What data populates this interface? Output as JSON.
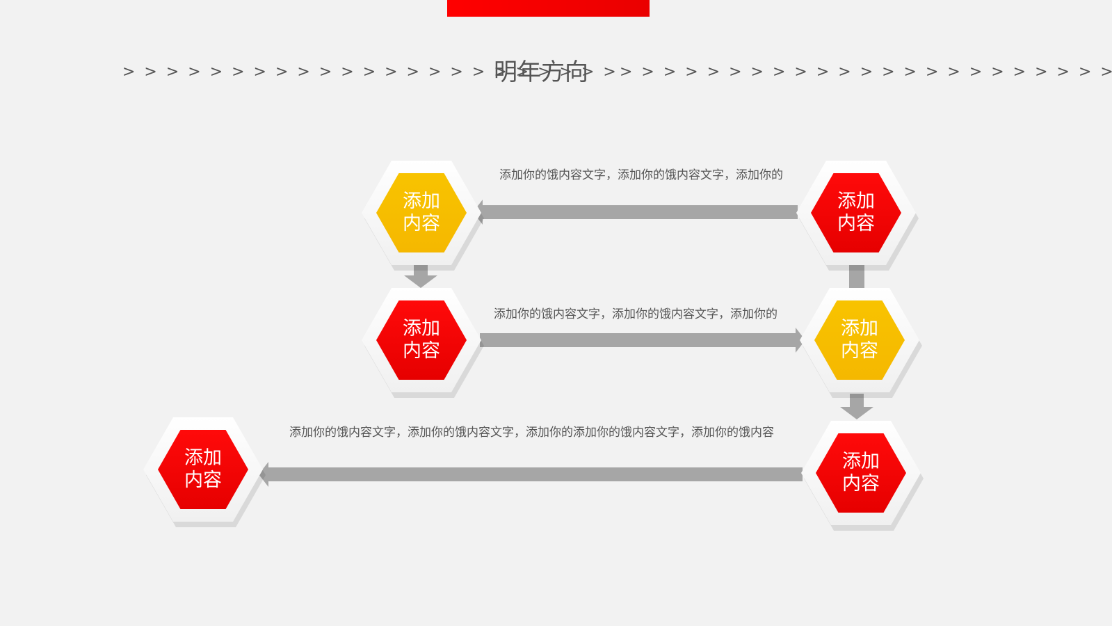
{
  "title": "明年方向",
  "chevrons_left": "> > > > > > > > > > > > > > > > > > > > > > >",
  "chevrons_right": "> > > > > > > > > > > > > > > > > > > > > > > >",
  "colors": {
    "red": "#e60000",
    "yellow": "#f5b800",
    "accent_bar": "#ff0000",
    "connector": "#a6a6a6"
  },
  "nodes": [
    {
      "id": "n1",
      "label": "添加内容",
      "color": "yellow"
    },
    {
      "id": "n2",
      "label": "添加内容",
      "color": "red"
    },
    {
      "id": "n3",
      "label": "添加内容",
      "color": "red"
    },
    {
      "id": "n4",
      "label": "添加内容",
      "color": "yellow"
    },
    {
      "id": "n5",
      "label": "添加内容",
      "color": "red"
    },
    {
      "id": "n6",
      "label": "添加内容",
      "color": "red"
    }
  ],
  "descriptions": [
    "添加你的饿内容文字，添加你的饿内容文字，添加你的",
    "添加你的饿内容文字，添加你的饿内容文字，添加你的",
    "添加你的饿内容文字，添加你的饿内容文字，添加你的添加你的饿内容文字，添加你的饿内容"
  ]
}
